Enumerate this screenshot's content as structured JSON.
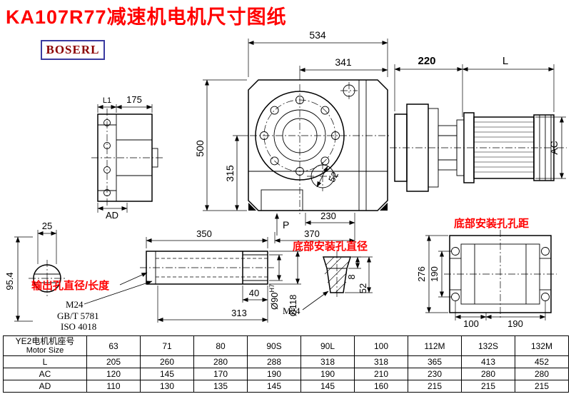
{
  "title": "KA107R77减速机电机尺寸图纸",
  "logo": "BOSERL",
  "colors": {
    "accent_red": "#ff0000",
    "logo_text": "#8b0000",
    "logo_border": "#3a3aa0",
    "line": "#000000"
  },
  "labels": {
    "output_bore": "输出孔直径/长度",
    "bottom_hole": "底部安装孔直径",
    "bottom_mount": "底部安装孔孔距"
  },
  "views": {
    "flange": {
      "L1": "L1",
      "d175": "175",
      "AD": "AD"
    },
    "main": {
      "d534": "534",
      "d341": "341",
      "d500": "500",
      "d315": "315",
      "d52": "52",
      "d230": "230",
      "d370": "370",
      "P": "P"
    },
    "motor": {
      "d220": "220",
      "L": "L",
      "AC": "AC"
    },
    "shaft_end": {
      "d25": "25",
      "d954": "95.4"
    },
    "output": {
      "d350": "350",
      "d40": "40",
      "d313": "313",
      "m24": "M24",
      "gbt": "GB/T 5781",
      "iso": "ISO 4018",
      "d90": "Ø90",
      "d90sup": "H7",
      "d118": "Ø118"
    },
    "bottom_hole": {
      "d8": "8",
      "d52": "52",
      "m24": "M24"
    },
    "bottom_mount": {
      "d276": "276",
      "d190": "190",
      "d100": "100",
      "d190b": "190"
    }
  },
  "table": {
    "header_line1": "YE2电机机座号",
    "header_line2": "Motor Size",
    "columns": [
      "63",
      "71",
      "80",
      "90S",
      "90L",
      "100",
      "112M",
      "132S",
      "132M"
    ],
    "rows": [
      {
        "label": "L",
        "values": [
          "205",
          "260",
          "280",
          "288",
          "318",
          "318",
          "365",
          "413",
          "452"
        ]
      },
      {
        "label": "AC",
        "values": [
          "120",
          "145",
          "170",
          "190",
          "190",
          "210",
          "230",
          "280",
          "280"
        ]
      },
      {
        "label": "AD",
        "values": [
          "110",
          "130",
          "135",
          "145",
          "145",
          "160",
          "215",
          "215",
          "215"
        ]
      }
    ]
  }
}
